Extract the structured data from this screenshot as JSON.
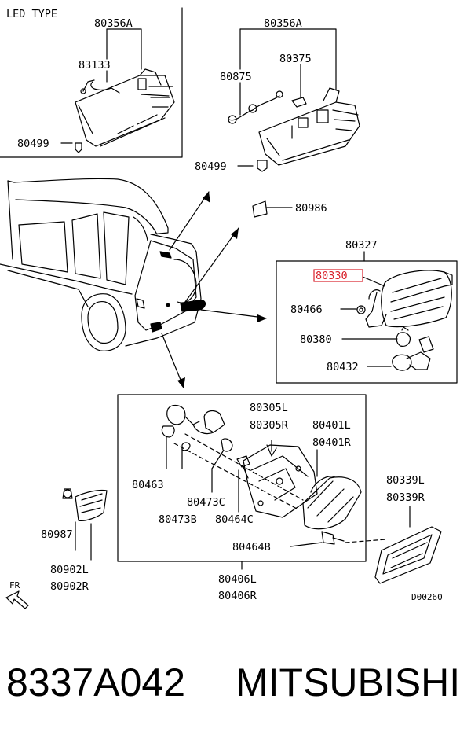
{
  "section_title": "LED TYPE",
  "labels": {
    "p80356a_1": "80356A",
    "p83133": "83133",
    "p80499_1": "80499",
    "p80356a_2": "80356A",
    "p80875": "80875",
    "p80375": "80375",
    "p80499_2": "80499",
    "p80986": "80986",
    "p80327": "80327",
    "p80330": "80330",
    "p80466": "80466",
    "p80380": "80380",
    "p80432": "80432",
    "p80305l": "80305L",
    "p80305r": "80305R",
    "p80401l": "80401L",
    "p80401r": "80401R",
    "p80463": "80463",
    "p80473c": "80473C",
    "p80473b": "80473B",
    "p80464c": "80464C",
    "p80464b": "80464B",
    "p80406l": "80406L",
    "p80406r": "80406R",
    "p80339l": "80339L",
    "p80339r": "80339R",
    "p80987": "80987",
    "p80902l": "80902L",
    "p80902r": "80902R",
    "fr": "FR",
    "diagram_code": "D00260"
  },
  "highlight_color": "#d8202a",
  "footer": {
    "part_number": "8337A042",
    "brand": "MITSUBISHI"
  }
}
